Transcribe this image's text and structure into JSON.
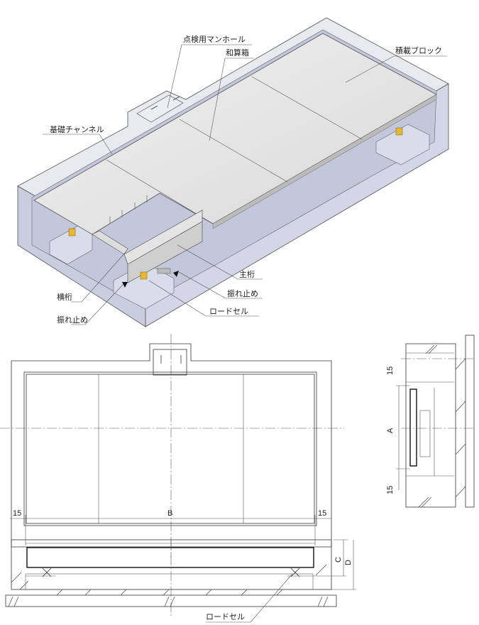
{
  "iso_view": {
    "labels": {
      "manhole": "点検用マンホール",
      "junction_box": "和算箱",
      "loading_block": "積載ブロック",
      "base_channel": "基礎チャンネル",
      "main_girder": "主桁",
      "steady_rest_right": "振れ止め",
      "cross_beam": "横桁",
      "steady_rest_left": "振れ止め",
      "load_cell": "ロードセル"
    }
  },
  "side_view": {
    "dim_top": "15",
    "dim_a": "A",
    "dim_bottom": "15"
  },
  "front_view": {
    "dim_left": "15",
    "dim_b": "B",
    "dim_right": "15",
    "dim_c": "C",
    "dim_d": "D",
    "load_cell_label": "ロードセル"
  },
  "colors": {
    "concrete": "#d3d6e6",
    "platform": "#e6e6e6",
    "load_cell": "#e8b830"
  }
}
